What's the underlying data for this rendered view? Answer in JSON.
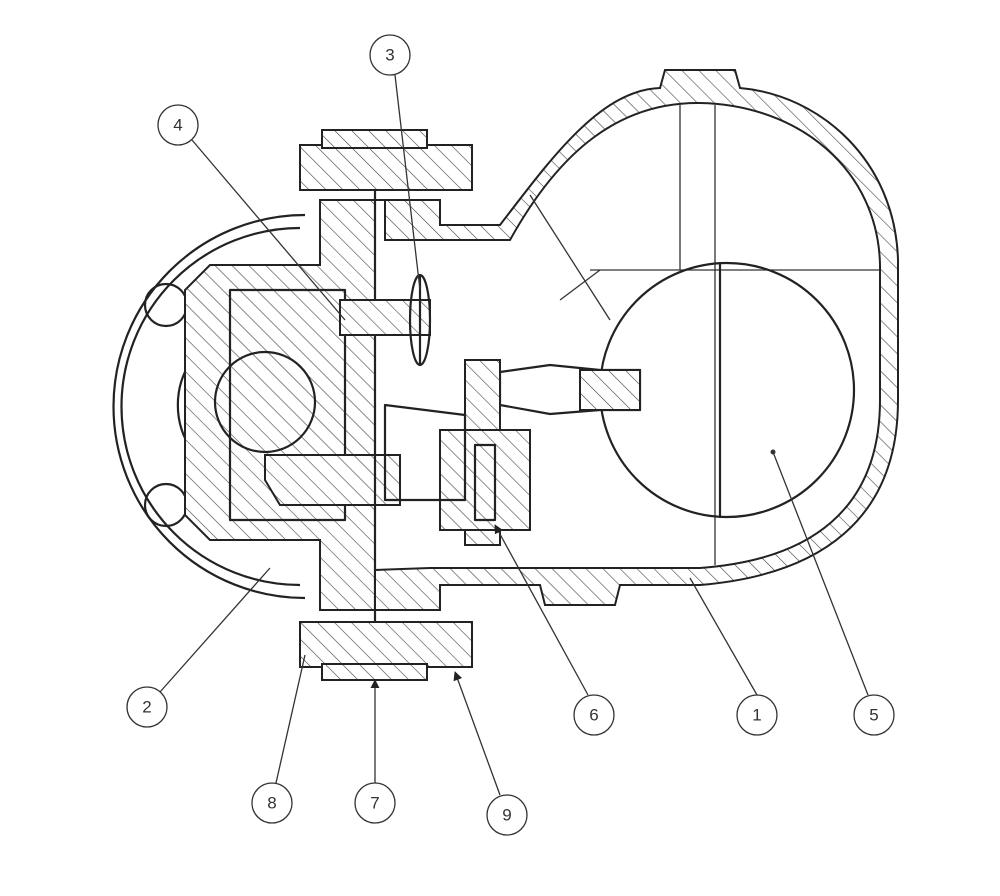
{
  "diagram": {
    "callouts": [
      {
        "label": "1"
      },
      {
        "label": "2"
      },
      {
        "label": "3"
      },
      {
        "label": "4"
      },
      {
        "label": "5"
      },
      {
        "label": "6"
      },
      {
        "label": "7"
      },
      {
        "label": "8"
      },
      {
        "label": "9"
      }
    ]
  }
}
